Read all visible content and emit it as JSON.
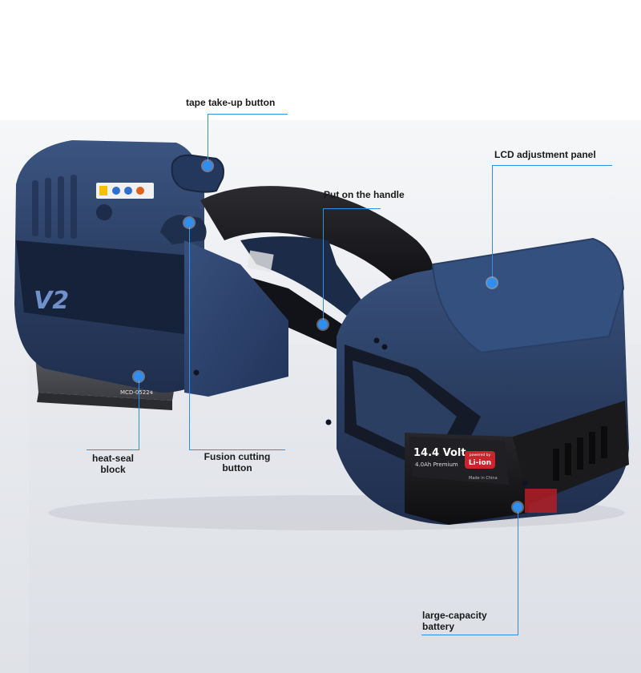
{
  "annotations": {
    "tape_takeup": "tape take-up button",
    "lcd_panel": "LCD adjustment panel",
    "handle": "Put on the handle",
    "heat_seal_line1": "heat-seal",
    "heat_seal_line2": "block",
    "fusion_line1": "Fusion cutting",
    "fusion_line2": "button",
    "battery_line1": "large-capacity",
    "battery_line2": "battery"
  },
  "product_markings": {
    "model_logo": "V2",
    "battery_voltage": "14.4 Volt",
    "battery_capacity": "4.0Ah Premium",
    "battery_chem": "Li-ion",
    "battery_badge": "powered by",
    "battery_origin": "Made in China",
    "plate_code": "MCD-05224"
  },
  "colors": {
    "accent_leader": "#2e8fe6",
    "dot": "#2f8ef0",
    "body_blue": "#2b3f63",
    "body_dark": "#1c2b48",
    "handle_black": "#1a1a1e",
    "battery_black": "#151517",
    "battery_red": "#c9252c"
  }
}
